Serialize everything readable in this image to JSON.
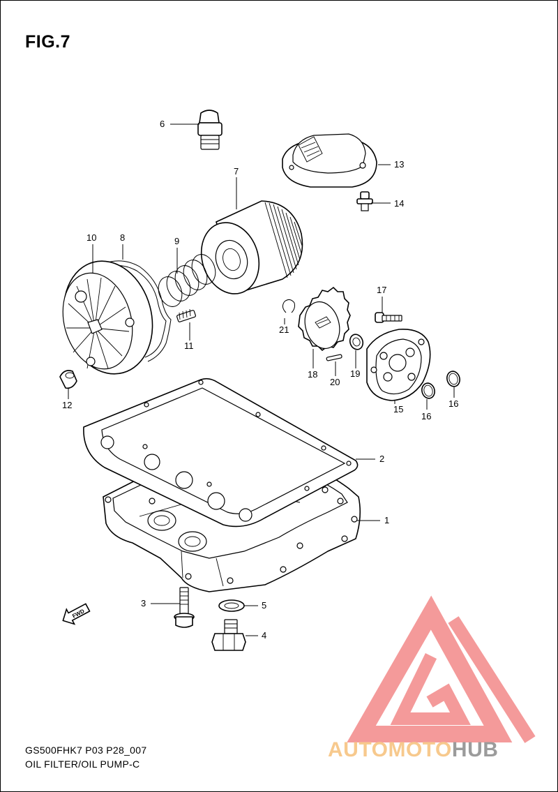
{
  "figure_title": "FIG.7",
  "footer": {
    "model_code": "GS500FHK7 P03 P28_007",
    "section_name": "OIL FILTER/OIL PUMP-C"
  },
  "fwd_label": "FWD",
  "watermark": {
    "brand_part1": "AUTOMOTO",
    "brand_part2": "HUB",
    "colors": {
      "triangle": "#f49a9a",
      "part1": "#f7c98d",
      "part2": "#9b9b9b"
    }
  },
  "callouts": {
    "c1": "1",
    "c2": "2",
    "c3": "3",
    "c4": "4",
    "c5": "5",
    "c6": "6",
    "c7": "7",
    "c8": "8",
    "c9": "9",
    "c10": "10",
    "c11": "11",
    "c12": "12",
    "c13": "13",
    "c14": "14",
    "c15": "15",
    "c16a": "16",
    "c16b": "16",
    "c17": "17",
    "c18": "18",
    "c19": "19",
    "c20": "20",
    "c21": "21"
  }
}
